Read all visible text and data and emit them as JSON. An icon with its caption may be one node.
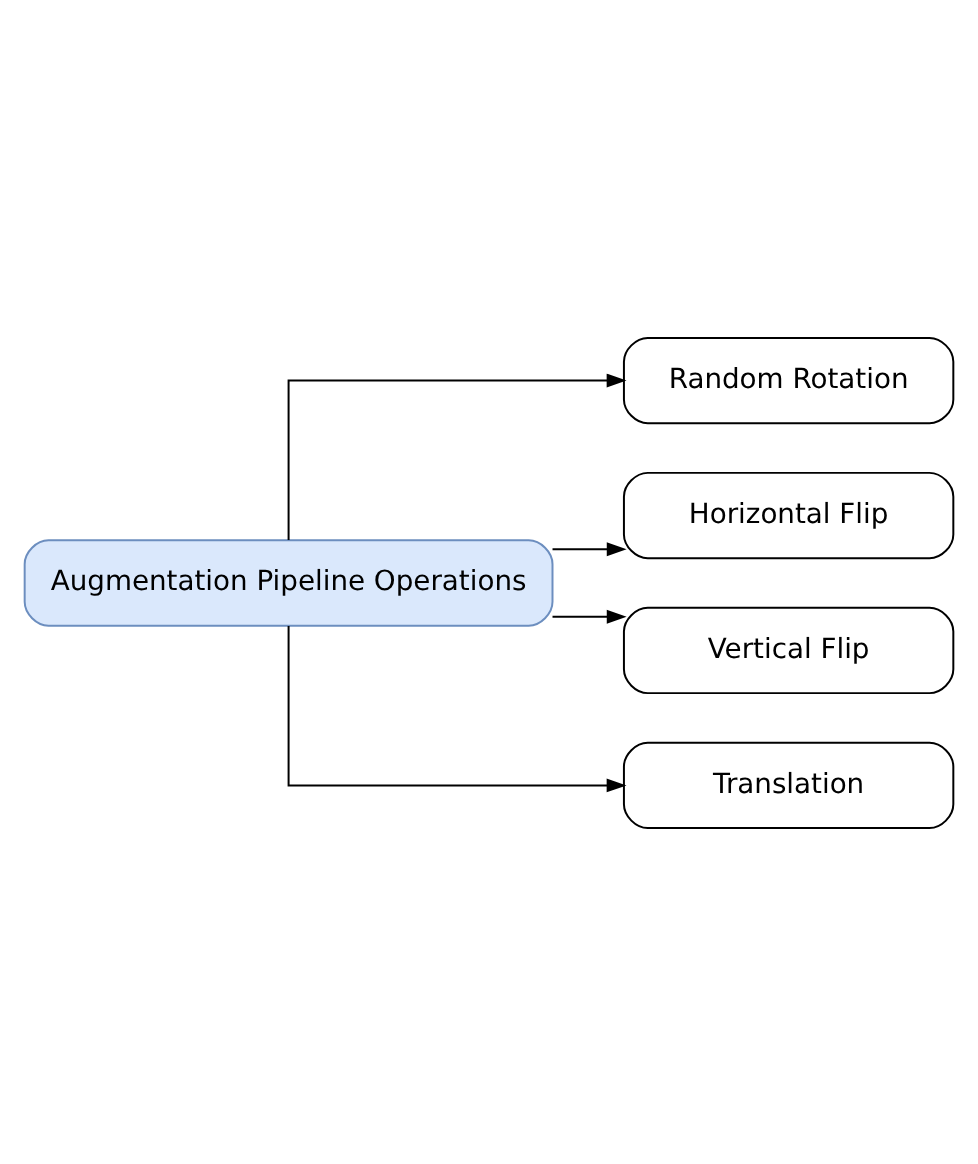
{
  "diagram": {
    "nodes": [
      {
        "text": [
          "Augmentation Pipeline Operations"
        ]
      },
      {
        "text": [
          "Random Rotation"
        ]
      },
      {
        "text": [
          "Horizontal Flip"
        ]
      },
      {
        "text": [
          "Vertical Flip"
        ]
      },
      {
        "text": [
          "Translation"
        ]
      }
    ],
    "edges": [
      {
        "from": 0,
        "to": 1,
        "arrow": "to"
      },
      {
        "from": 0,
        "to": 2,
        "arrow": "to"
      },
      {
        "from": 0,
        "to": 3,
        "arrow": "to"
      },
      {
        "from": 0,
        "to": 4,
        "arrow": "to"
      }
    ]
  }
}
